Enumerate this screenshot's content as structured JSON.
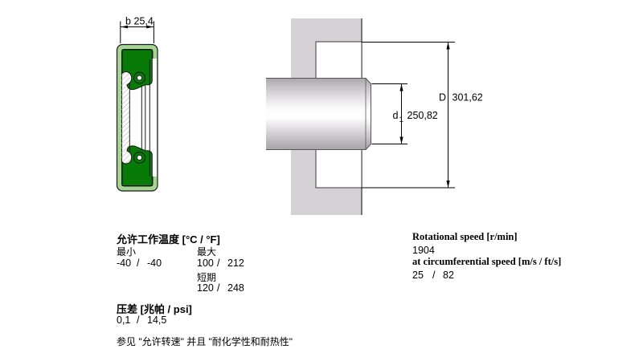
{
  "dimensions": {
    "b": {
      "label": "b",
      "value": "25,4"
    },
    "D": {
      "label": "D",
      "value": "301,62"
    },
    "d1": {
      "label": "d",
      "sub": "1",
      "value": "250,82"
    }
  },
  "specs": {
    "sep": "/",
    "temperature": {
      "title": "允许工作温度 [°C / °F]",
      "min_label": "最小",
      "max_label": "最大",
      "min_c": "-40",
      "min_f": "-40",
      "max_c": "100",
      "max_f": "212",
      "short_term_label": "短期",
      "short_c": "120",
      "short_f": "248"
    },
    "pressure": {
      "title": "压差 [兆帕 / psi]",
      "value_mpa": "0,1",
      "value_psi": "14,5"
    },
    "note": "参见 \"允许转速\" 并且 \"耐化学性和耐热性\"",
    "speed": {
      "title": "Rotational speed [r/min]",
      "value": "1904",
      "circ_title": "at circumferential speed [m/s / ft/s]",
      "circ_ms": "25",
      "circ_fts": "82"
    }
  },
  "colors": {
    "seal_light_green": "#a6d593",
    "seal_dark_green": "#087a08",
    "housing_gray": "#d5d1d5"
  }
}
